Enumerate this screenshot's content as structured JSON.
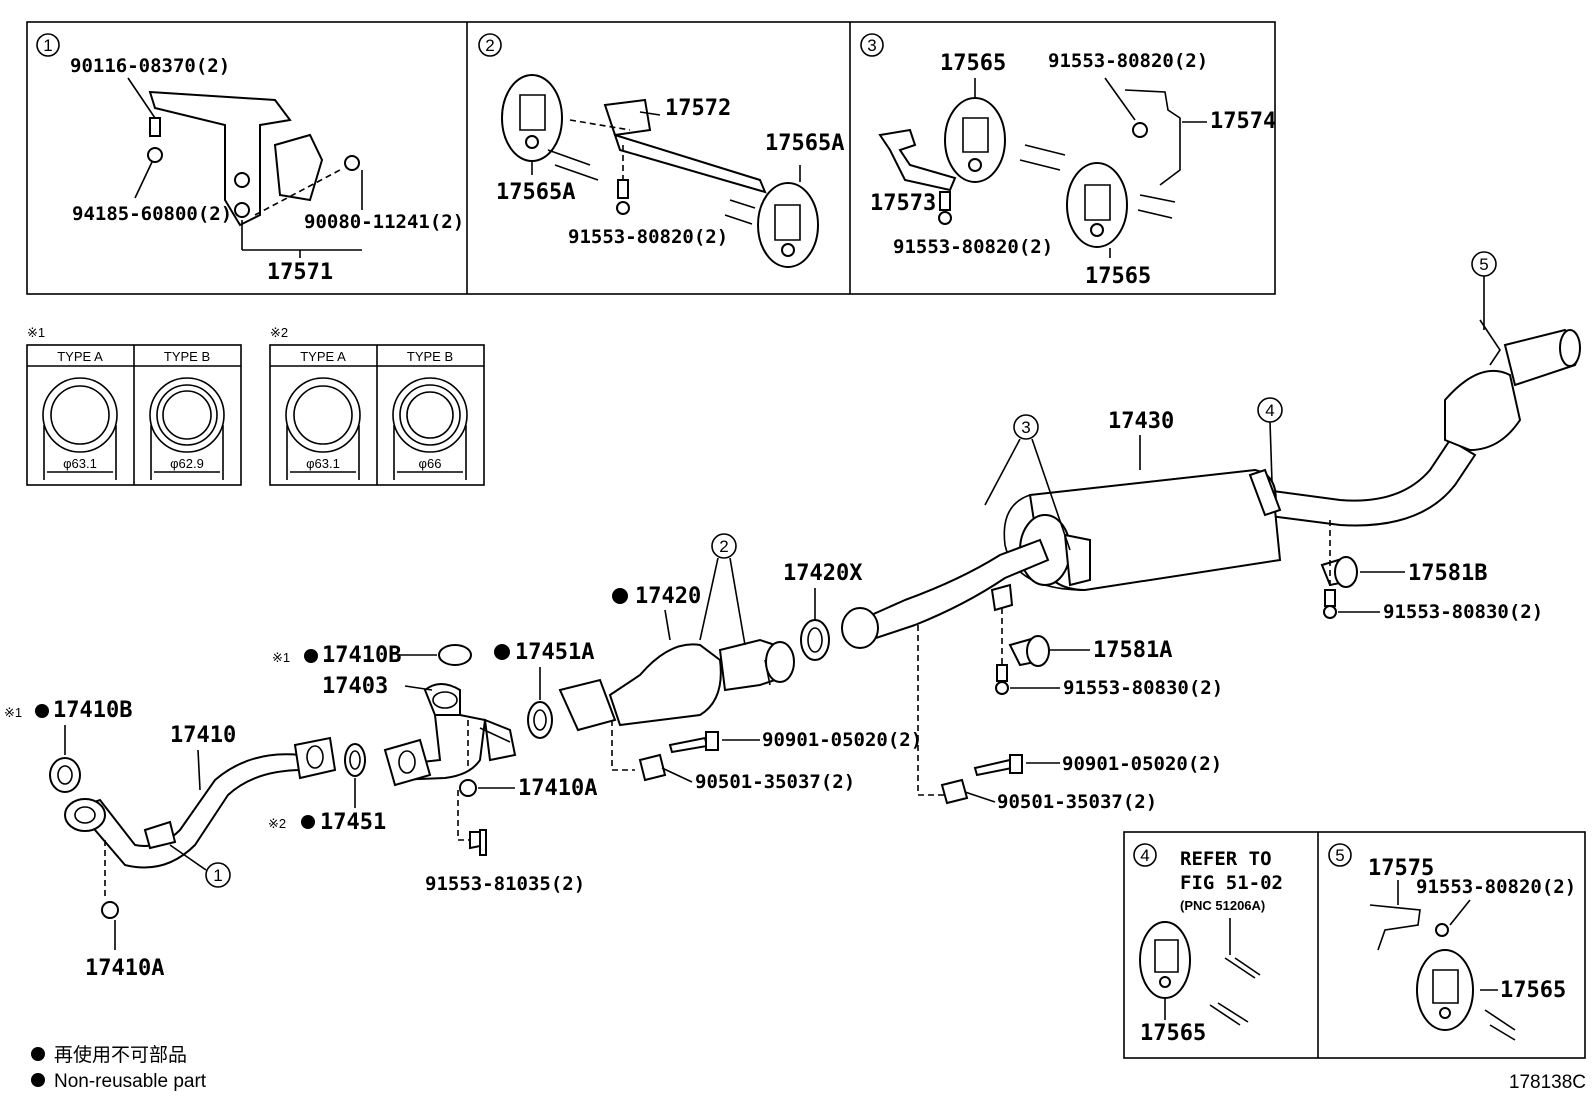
{
  "insets_top": [
    {
      "num": "1",
      "labels": [
        "90116-08370(2)",
        "94185-60800(2)",
        "90080-11241(2)",
        "17571"
      ]
    },
    {
      "num": "2",
      "labels": [
        "17572",
        "17565A",
        "17565A",
        "91553-80820(2)"
      ]
    },
    {
      "num": "3",
      "labels": [
        "17565",
        "91553-80820(2)",
        "17574",
        "17573",
        "91553-80820(2)",
        "17565"
      ]
    }
  ],
  "gasket_tables": [
    {
      "mark": "※1",
      "type_a": "TYPE A",
      "type_b": "TYPE B",
      "dia_a": "φ63.1",
      "dia_b": "φ62.9"
    },
    {
      "mark": "※2",
      "type_a": "TYPE A",
      "type_b": "TYPE B",
      "dia_a": "φ63.1",
      "dia_b": "φ66"
    }
  ],
  "main_labels": {
    "p17430": "17430",
    "p17420": "17420",
    "p17420x": "17420X",
    "p17581b": "17581B",
    "p91553_80830_a": "91553-80830(2)",
    "p17581a": "17581A",
    "p91553_80830_b": "91553-80830(2)",
    "p17410b_1": "17410B",
    "p17451a": "17451A",
    "p17403": "17403",
    "p17410b_2": "17410B",
    "p17410": "17410",
    "p90901_a": "90901-05020(2)",
    "p90501_a": "90501-35037(2)",
    "p90901_b": "90901-05020(2)",
    "p90501_b": "90501-35037(2)",
    "p17410a_1": "17410A",
    "p17451": "17451",
    "p91553_81035": "91553-81035(2)",
    "p17410a_2": "17410A",
    "mark1": "※1",
    "mark2": "※2"
  },
  "callouts": [
    "1",
    "2",
    "3",
    "4",
    "5"
  ],
  "insets_bottom": [
    {
      "num": "4",
      "refer": [
        "REFER TO",
        "FIG 51-02",
        "(PNC 51206A)"
      ],
      "part": "17565"
    },
    {
      "num": "5",
      "labels": [
        "17575",
        "91553-80820(2)",
        "17565"
      ]
    }
  ],
  "legend": {
    "jp": "再使用不可部品",
    "en": "Non-reusable part"
  },
  "figure_id": "178138C"
}
